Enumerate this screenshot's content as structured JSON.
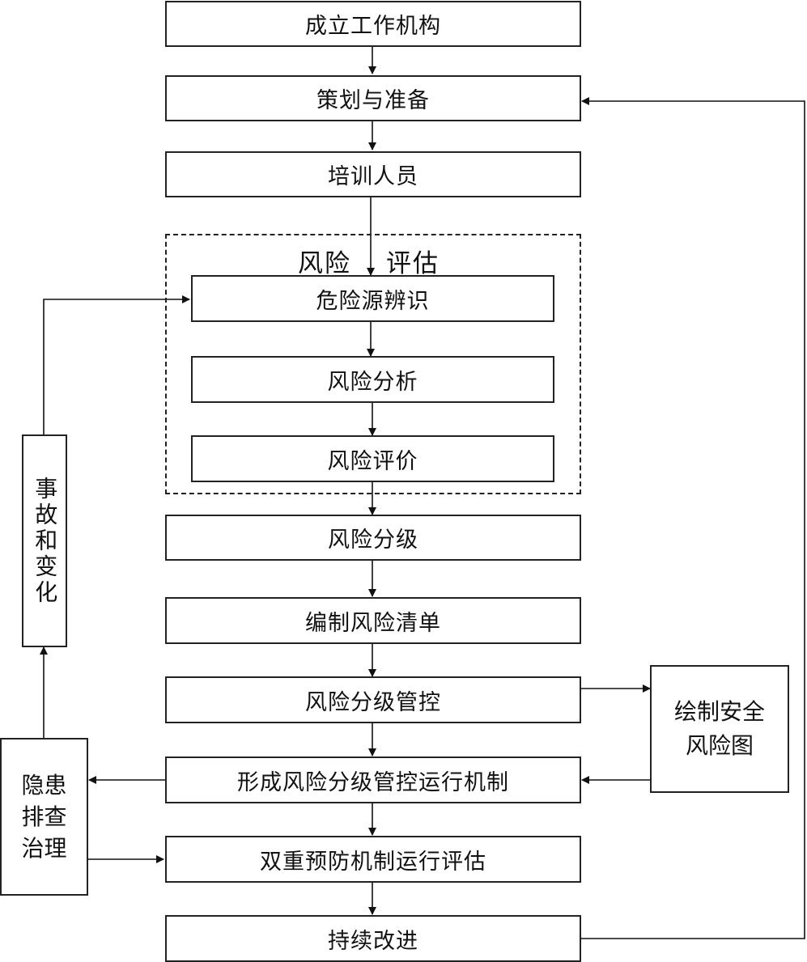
{
  "flow": {
    "step1": "成立工作机构",
    "step2": "策划与准备",
    "step3": "培训人员",
    "group_label_left": "风险",
    "group_label_right": "评估",
    "sub1": "危险源辨识",
    "sub2": "风险分析",
    "sub3": "风险评价",
    "step4": "风险分级",
    "step5": "编制风险清单",
    "step6": "风险分级管控",
    "step7": "形成风险分级管控运行机制",
    "step8": "双重预防机制运行评估",
    "step9": "持续改进"
  },
  "side": {
    "accident": "事故和变化",
    "hazard": "隐患排查治理",
    "map": "绘制安全风险图"
  }
}
